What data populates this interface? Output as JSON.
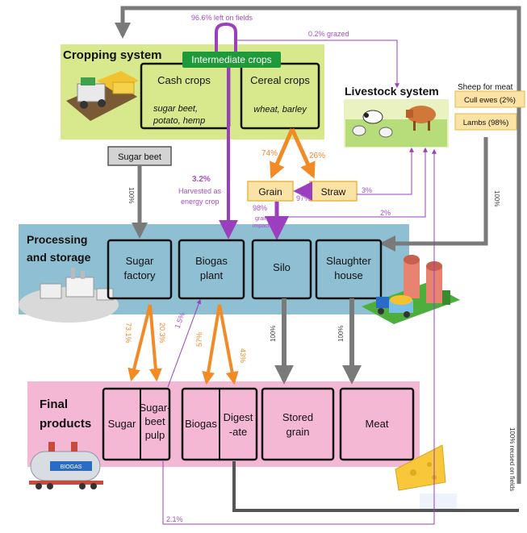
{
  "colors": {
    "cropping_bg": "#d7e98c",
    "livestock_bg": "#eaf2c2",
    "processing_bg": "#8fbfd2",
    "final_bg": "#f4b8d4",
    "grey_arrow": "#7a7a7a",
    "orange_arrow": "#f28a26",
    "purple_arrow": "#9b3fbf",
    "green_banner": "#1f9a3a",
    "yellow_box": "#fbe3a5"
  },
  "top_labels": {
    "left_on_fields": "96.6% left on fields",
    "grazed": "0.2% grazed"
  },
  "cropping": {
    "title": "Cropping system",
    "intermediate": "Intermediate crops",
    "cash_title": "Cash crops",
    "cash_line1": "sugar beet,",
    "cash_line2": "potato, hemp",
    "cereal_title": "Cereal crops",
    "cereal_sub": "wheat, barley"
  },
  "livestock": {
    "title": "Livestock system",
    "sheep_title": "Sheep for meat",
    "cull": "Cull ewes (2%)",
    "lambs": "Lambs (98%)"
  },
  "middle": {
    "sugar_beet": "Sugar beet",
    "sugar_beet_pct": "100%",
    "harvested_pct": "3.2%",
    "harvested_line1": "Harvested as",
    "harvested_line2": "energy crop",
    "pct_74": "74%",
    "pct_26": "26%",
    "grain": "Grain",
    "straw": "Straw",
    "pct_97": "97%",
    "pct_3": "3%",
    "pct_2": "2%",
    "pct_98": "98%",
    "grain_impact1": "grain",
    "grain_impact2": "impact",
    "right_100": "100%"
  },
  "processing": {
    "title1": "Processing",
    "title2": "and storage",
    "sugar_factory1": "Sugar",
    "sugar_factory2": "factory",
    "biogas_plant1": "Biogas",
    "biogas_plant2": "plant",
    "silo": "Silo",
    "slaughter1": "Slaughter",
    "slaughter2": "house"
  },
  "flows": {
    "pct_73": "73.1%",
    "pct_20": "20.3%",
    "pct_15": "1.5%",
    "pct_57": "57%",
    "pct_43": "43%",
    "silo_100": "100%",
    "meat_100": "100%",
    "bottom_21": "2.1%",
    "reused": "100% reused on fields"
  },
  "final": {
    "title1": "Final",
    "title2": "products",
    "sugar": "Sugar",
    "pulp1": "Sugar-",
    "pulp2": "beet",
    "pulp3": "pulp",
    "biogas": "Biogas",
    "digest1": "Digest",
    "digest2": "-ate",
    "stored1": "Stored",
    "stored2": "grain",
    "meat": "Meat",
    "tank_label": "BIOGAS"
  }
}
